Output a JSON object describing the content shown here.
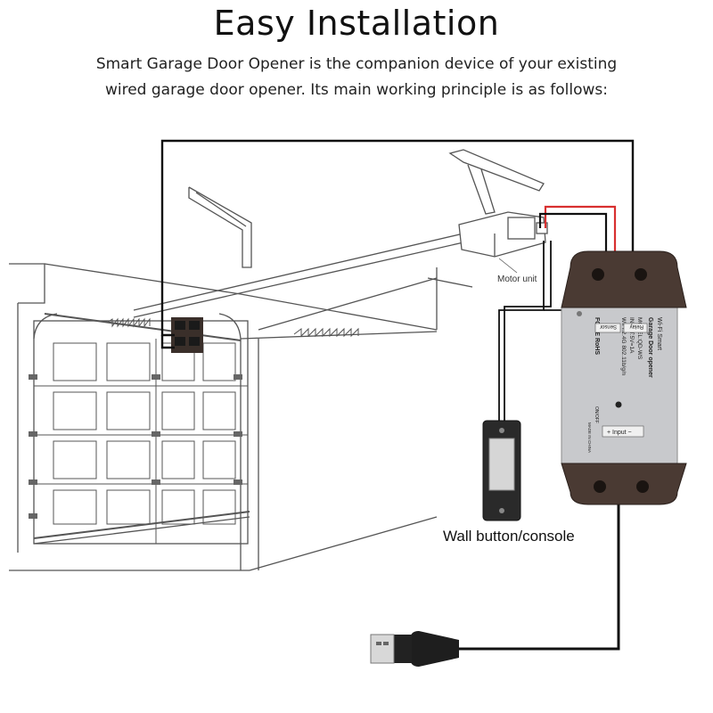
{
  "title": "Easy Installation",
  "subtitle_line1": "Smart Garage Door Opener is the companion device of your existing",
  "subtitle_line2": "wired garage door opener. Its main working principle is as follows:",
  "labels": {
    "motor_unit": "Motor unit",
    "wall_button": "Wall button/console"
  },
  "device": {
    "line1": "Wi-Fi Smart",
    "line2": "Garage Door opener",
    "line3": "MODEL:QD-WS",
    "line4": "INPUT:5V=1A",
    "line5": "WIFI:2.4G 802.11b/g/n",
    "sensor": "Sensor",
    "relay": "Relay",
    "onoff": "ON/OFF",
    "input": "+ Input −",
    "made_in": "MADE IN CHINA",
    "cert": "FC CE RoHS"
  },
  "colors": {
    "wire_black": "#111111",
    "wire_red": "#d83030",
    "device_body": "#c8c9cc",
    "device_cap": "#4a3a33",
    "line_art": "#555555"
  }
}
